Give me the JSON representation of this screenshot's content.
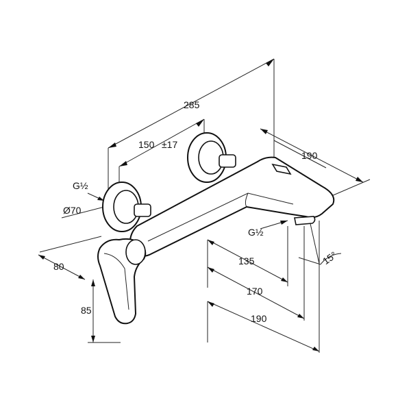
{
  "drawing": {
    "title": "",
    "dimensions": {
      "overall_width": "285",
      "connection_spacing": "150",
      "connection_tolerance": "±17",
      "depth_top": "190",
      "spout_135": "135",
      "spout_170": "170",
      "spout_190": "190",
      "angle": "15°",
      "handle_80": "80",
      "handle_85": "85"
    },
    "labels": {
      "thread_left": "G½",
      "thread_spout": "G½",
      "rosette_diameter": "Ø70"
    },
    "colors": {
      "line": "#111111",
      "background": "#ffffff"
    }
  }
}
